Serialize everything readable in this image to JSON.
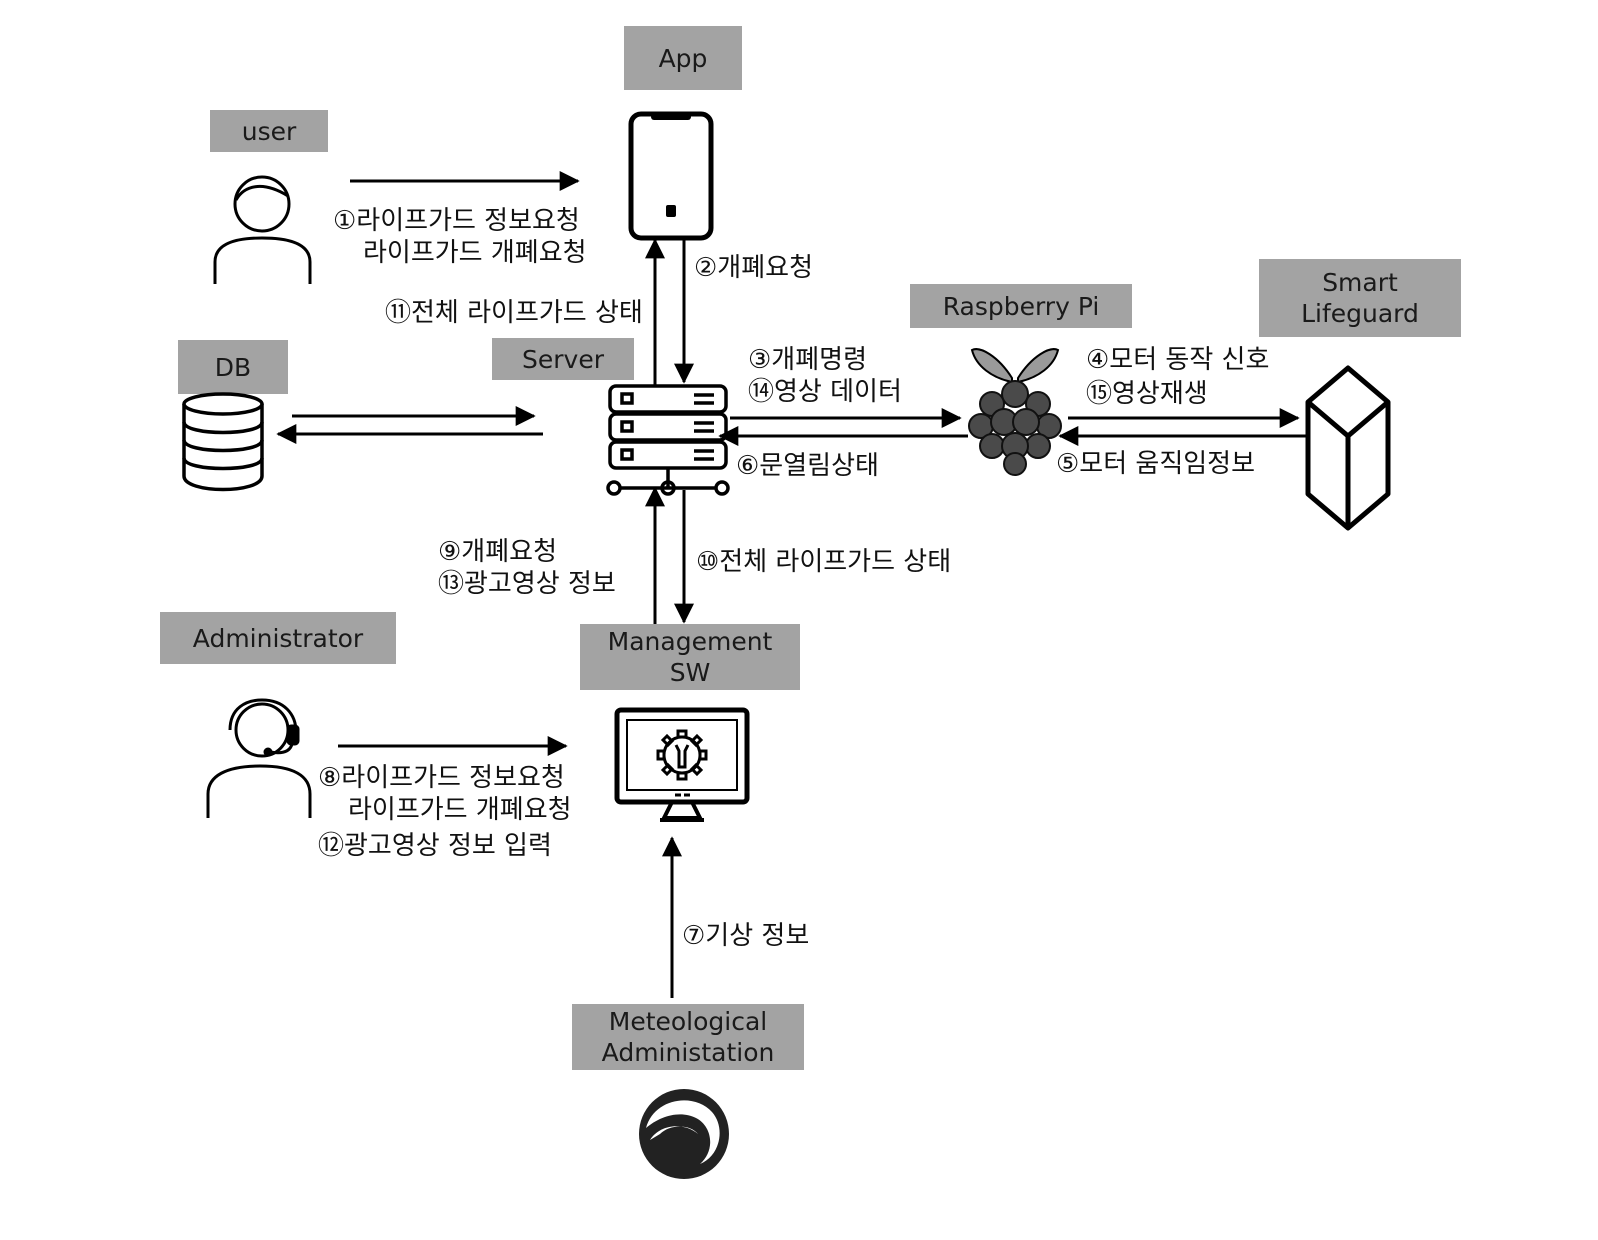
{
  "nodes": {
    "app": "App",
    "user": "user",
    "db": "DB",
    "server": "Server",
    "raspberry": "Raspberry Pi",
    "smart": "Smart\nLifeguard",
    "admin": "Administrator",
    "mgmt": "Management\nSW",
    "meteo": "Meteological\nAdministation"
  },
  "labels": {
    "l1a": "①라이프가드 정보요청",
    "l1b": "라이프가드 개폐요청",
    "l2": "②개폐요청",
    "l11": "⑪전체 라이프가드 상태",
    "l3": "③개폐명령",
    "l14": "⑭영상 데이터",
    "l6": "⑥문열림상태",
    "l4": "④모터 동작 신호",
    "l15": "⑮영상재생",
    "l5": "⑤모터 움직임정보",
    "l9": "⑨개폐요청",
    "l13": "⑬광고영상 정보",
    "l10": "⑩전체 라이프가드 상태",
    "l8a": "⑧라이프가드 정보요청",
    "l8b": "라이프가드 개폐요청",
    "l12": "⑫광고영상 정보 입력",
    "l7": "⑦기상 정보"
  },
  "icons": [
    "user-icon",
    "phone-icon",
    "database-icon",
    "server-icon",
    "raspberry-pi-icon",
    "cube-icon",
    "headset-user-icon",
    "monitor-gear-icon",
    "kma-logo-icon"
  ]
}
